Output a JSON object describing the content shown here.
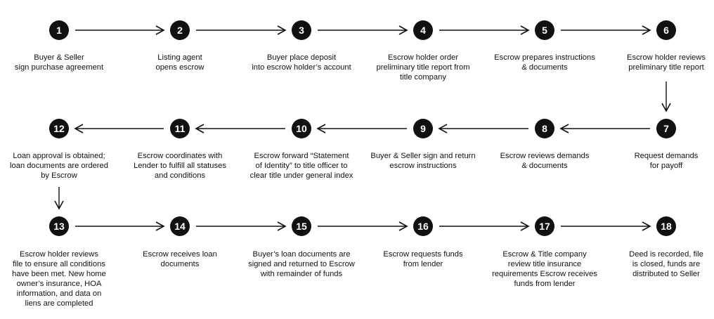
{
  "colors": {
    "ink": "#111111",
    "background": "#ffffff",
    "number_text": "#ffffff"
  },
  "steps": [
    {
      "number": "1",
      "label": [
        "Buyer & Seller",
        "sign purchase agreement"
      ]
    },
    {
      "number": "2",
      "label": [
        "Listing agent",
        "opens escrow"
      ]
    },
    {
      "number": "3",
      "label": [
        "Buyer place deposit",
        "into escrow holder’s account"
      ]
    },
    {
      "number": "4",
      "label": [
        "Escrow holder order",
        "preliminary title report from",
        "title company"
      ]
    },
    {
      "number": "5",
      "label": [
        "Escrow prepares instructions",
        "& documents"
      ]
    },
    {
      "number": "6",
      "label": [
        "Escrow holder reviews",
        "preliminary title report"
      ]
    },
    {
      "number": "7",
      "label": [
        "Request demands",
        "for payoff"
      ]
    },
    {
      "number": "8",
      "label": [
        "Escrow reviews demands",
        "& documents"
      ]
    },
    {
      "number": "9",
      "label": [
        "Buyer & Seller sign and return",
        "escrow instructions"
      ]
    },
    {
      "number": "10",
      "label": [
        "Escrow forward “Statement",
        "of Identity” to title officer to",
        "clear title under general index"
      ]
    },
    {
      "number": "11",
      "label": [
        "Escrow coordinates with",
        "Lender to fulfill all statuses",
        "and conditions"
      ]
    },
    {
      "number": "12",
      "label": [
        "Loan approval is obtained;",
        "loan documents are ordered",
        "by Escrow"
      ]
    },
    {
      "number": "13",
      "label": [
        "Escrow holder reviews",
        "file to ensure all conditions",
        "have been met. New home",
        "owner’s insurance, HOA",
        "information, and data on",
        "liens are completed"
      ]
    },
    {
      "number": "14",
      "label": [
        "Escrow receives loan",
        "documents"
      ]
    },
    {
      "number": "15",
      "label": [
        "Buyer’s loan documents are",
        "signed and returned to Escrow",
        "with remainder of funds"
      ]
    },
    {
      "number": "16",
      "label": [
        "Escrow requests funds",
        "from lender"
      ]
    },
    {
      "number": "17",
      "label": [
        "Escrow & Title company",
        "review title insurance",
        "requirements Escrow receives",
        "funds from lender"
      ]
    },
    {
      "number": "18",
      "label": [
        "Deed is recorded, file",
        "is closed, funds are",
        "distributed to Seller"
      ]
    }
  ]
}
